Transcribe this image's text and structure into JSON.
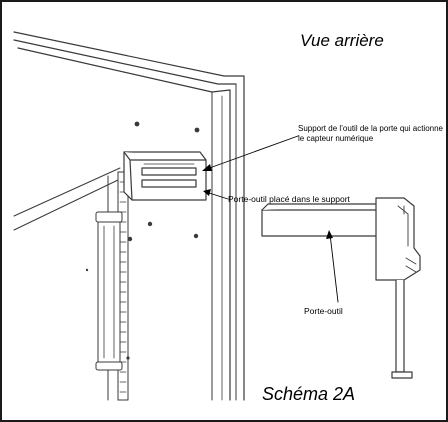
{
  "titles": {
    "view": "Vue arrière",
    "figure": "Schéma 2A"
  },
  "callouts": {
    "support": "Support de l’outil de la porte qui actionne le capteur numérique",
    "holder_in_support": "Porte-outil placé dans le support",
    "tool_holder": "Porte-outil"
  },
  "colors": {
    "frame": "#1a1a1a",
    "line": "#3a3a3a",
    "fill": "#ffffff"
  }
}
